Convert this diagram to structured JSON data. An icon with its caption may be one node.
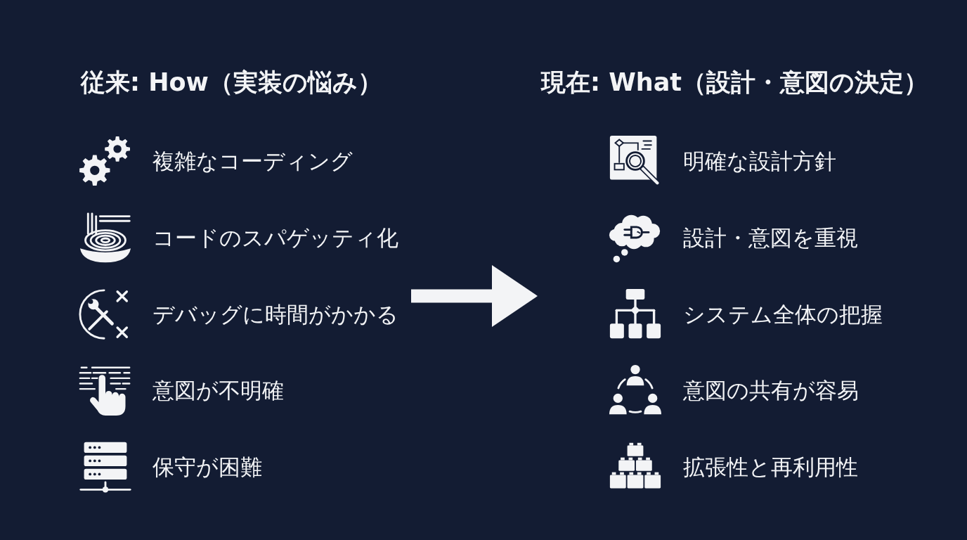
{
  "diagram": {
    "nodes": [
      {
        "text": [
          "従来: How（実装の悩み）"
        ]
      },
      {
        "text": [
          "複雑なコーディング"
        ],
        "in": 0
      },
      {
        "text": [
          "コードのスパゲッティ化"
        ],
        "in": 0
      },
      {
        "text": [
          "デバッグに時間がかかる"
        ],
        "in": 0
      },
      {
        "text": [
          "意図が不明確"
        ],
        "in": 0
      },
      {
        "text": [
          "保守が困難"
        ],
        "in": 0
      },
      {
        "text": [
          "現在: What（設計・意図の決定）"
        ]
      },
      {
        "text": [
          "明確な設計方針"
        ],
        "in": 6
      },
      {
        "text": [
          "設計・意図を重視"
        ],
        "in": 6
      },
      {
        "text": [
          "システム全体の把握"
        ],
        "in": 6
      },
      {
        "text": [
          "意図の共有が容易"
        ],
        "in": 6
      },
      {
        "text": [
          "拡張性と再利用性"
        ],
        "in": 6
      }
    ],
    "edges": [
      {
        "from": 0,
        "to": 6,
        "arrow": "to"
      }
    ]
  }
}
